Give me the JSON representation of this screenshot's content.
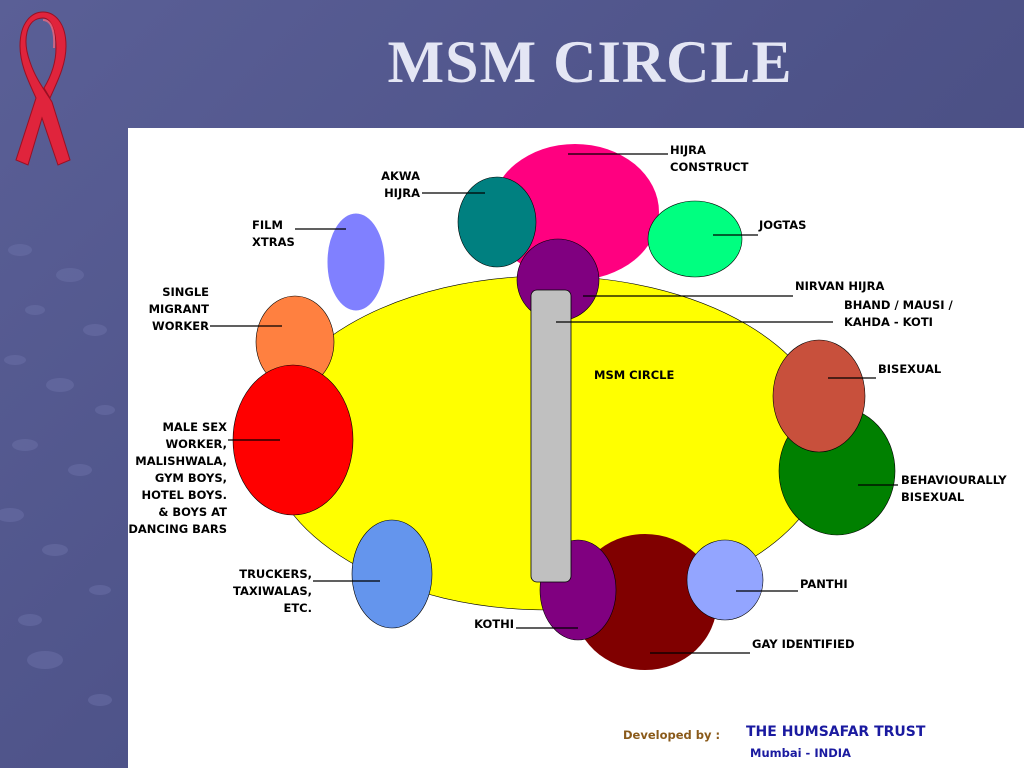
{
  "slide": {
    "title": "MSM CIRCLE",
    "icon": "red-ribbon-icon"
  },
  "diagram": {
    "center_label": "MSM CIRCLE",
    "labels": {
      "hijra_construct": "HIJRA\nCONSTRUCT",
      "akwa_hijra": "AKWA\nHIJRA",
      "jogtas": "JOGTAS",
      "film_xtras": "FILM\nXTRAS",
      "nirvan_hijra": "NIRVAN HIJRA",
      "bhand": "BHAND / MAUSI /\nKAHDA - KOTI",
      "single_migrant": "SINGLE\nMIGRANT\nWORKER",
      "bisexual": "BISEXUAL",
      "male_sex_worker": "MALE SEX\nWORKER,\nMALISHWALA,\nGYM BOYS,\nHOTEL BOYS.\n& BOYS AT\nDANCING BARS",
      "behaviourally_bisexual": "BEHAVIOURALLY\nBISEXUAL",
      "truckers": "TRUCKERS,\nTAXIWALAS,\nETC.",
      "panthi": "PANTHI",
      "kothi": "KOTHI",
      "gay_identified": "GAY IDENTIFIED"
    },
    "colors": {
      "msm_circle": "#ffff00",
      "hijra_construct": "#ff0080",
      "akwa_hijra": "#008080",
      "jogtas": "#00ff80",
      "film_xtras": "#8080ff",
      "nirvan_hijra": "#800080",
      "bhand": "#c0c0c0",
      "single_migrant": "#ff8040",
      "male_sex_worker": "#ff0000",
      "bisexual": "#c8503c",
      "behaviourally_bisexual": "#008000",
      "truckers": "#6495ed",
      "kothi": "#800080",
      "gay_identified": "#800000",
      "panthi": "#93a5ff"
    }
  },
  "credit": {
    "developed_by": "Developed by :",
    "org": "THE HUMSAFAR TRUST",
    "location": "Mumbai - INDIA"
  }
}
